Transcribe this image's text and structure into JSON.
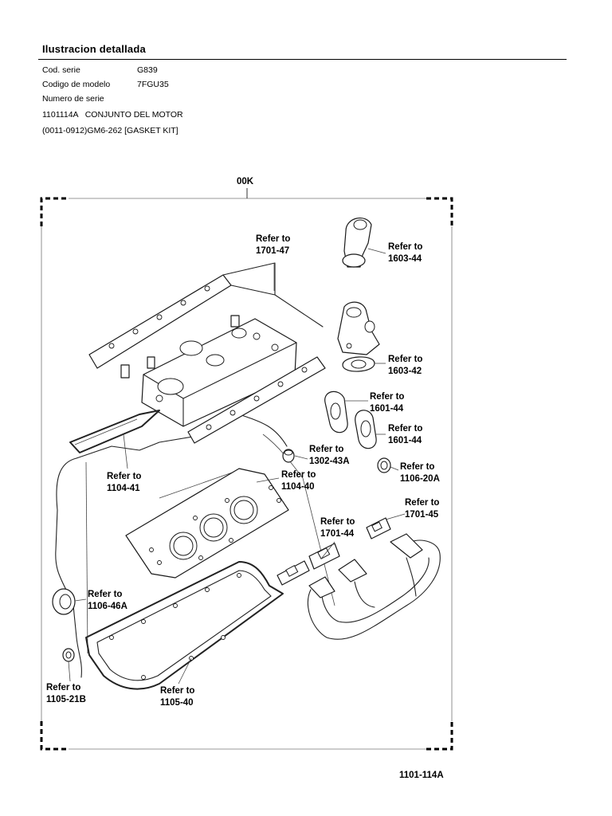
{
  "header": {
    "title": "Ilustracion detallada",
    "serie_label": "Cod. serie",
    "serie_value": "G839",
    "modelo_label": "Codigo de modelo",
    "modelo_value": "7FGU35",
    "numero_label": "Numero de serie",
    "assembly_line": "1101114A   CONJUNTO DEL MOTOR",
    "kit_line": "(0011-0912)GM6-262 [GASKET KIT]"
  },
  "diagram": {
    "kit_code": "00K",
    "figure_number": "1101-114A",
    "refer_prefix": "Refer to",
    "callouts": [
      {
        "id": "c1",
        "code": "1701-47"
      },
      {
        "id": "c2",
        "code": "1603-44"
      },
      {
        "id": "c3",
        "code": "1603-42"
      },
      {
        "id": "c4",
        "code": "1601-44"
      },
      {
        "id": "c5",
        "code": "1601-44"
      },
      {
        "id": "c6",
        "code": "1302-43A"
      },
      {
        "id": "c7",
        "code": "1106-20A"
      },
      {
        "id": "c8",
        "code": "1104-41"
      },
      {
        "id": "c9",
        "code": "1104-40"
      },
      {
        "id": "c10",
        "code": "1701-45"
      },
      {
        "id": "c11",
        "code": "1701-44"
      },
      {
        "id": "c12",
        "code": "1106-46A"
      },
      {
        "id": "c13",
        "code": "1105-21B"
      },
      {
        "id": "c14",
        "code": "1105-40"
      }
    ]
  }
}
